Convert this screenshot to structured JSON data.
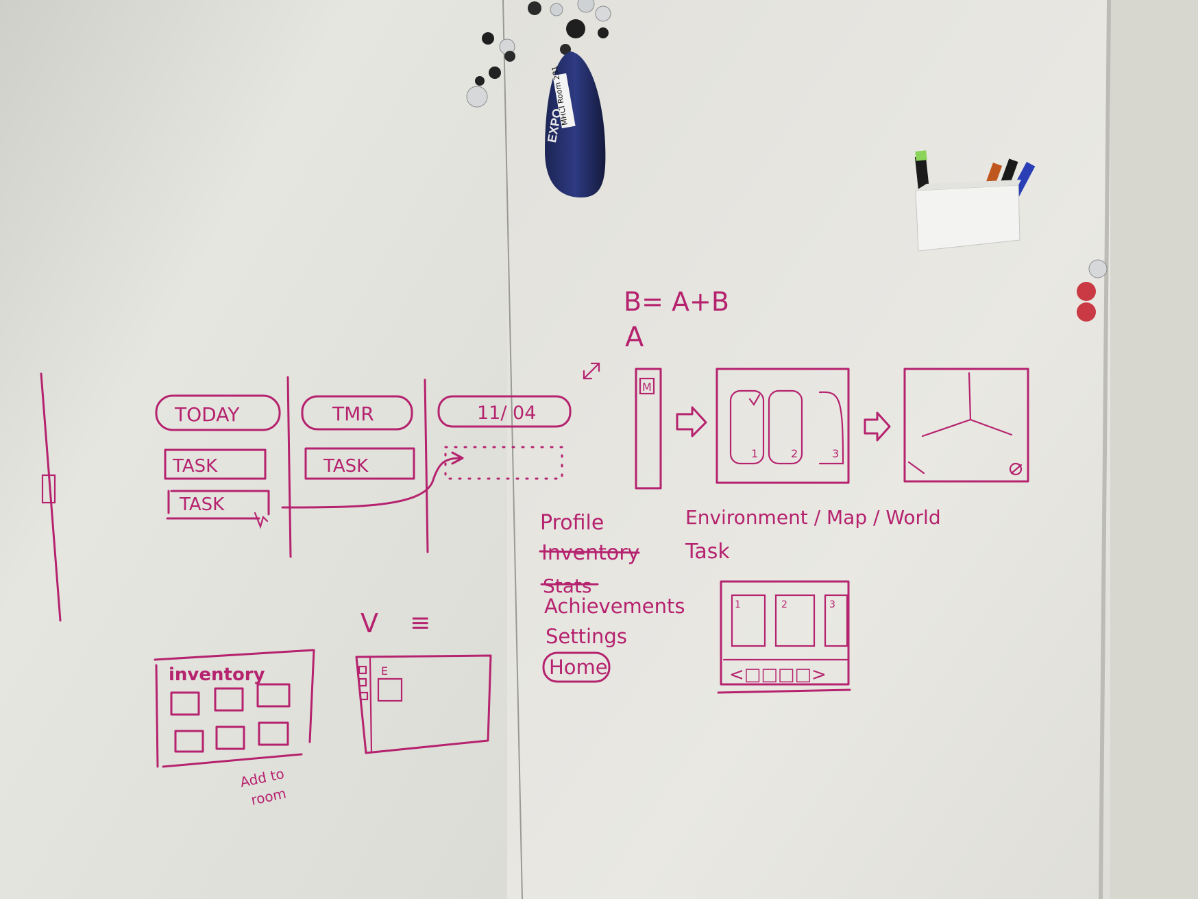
{
  "whiteboard": {
    "colors": {
      "ink": "#b5226e",
      "board": "#e9e8e3"
    },
    "formula": {
      "line1": "B= A+B",
      "line2": "A"
    },
    "calendar": {
      "days": [
        "TODAY",
        "TMR",
        "11/ 04"
      ],
      "tasks": [
        "TASK",
        "TASK",
        "TASK"
      ]
    },
    "screens": {
      "menu_letter": "M",
      "card_numbers": [
        "1",
        "2",
        "3"
      ],
      "carousel_nav": "<□□□□>"
    },
    "menu": {
      "items": [
        "Profile",
        "Inventory",
        "Stats",
        "Achievements",
        "Settings",
        "Home"
      ],
      "struck_out": [
        "Inventory",
        "Stats"
      ]
    },
    "environment": {
      "title": "Environment / Map / World",
      "subtitle": "Task"
    },
    "inventory": {
      "title": "inventory",
      "note_line1": "Add to",
      "note_line2": "room"
    },
    "view_symbols": {
      "check": "V",
      "menu": "≡",
      "item": "E"
    },
    "marker_label": "MHCI Room 231",
    "eraser_brand": "EXPO"
  }
}
